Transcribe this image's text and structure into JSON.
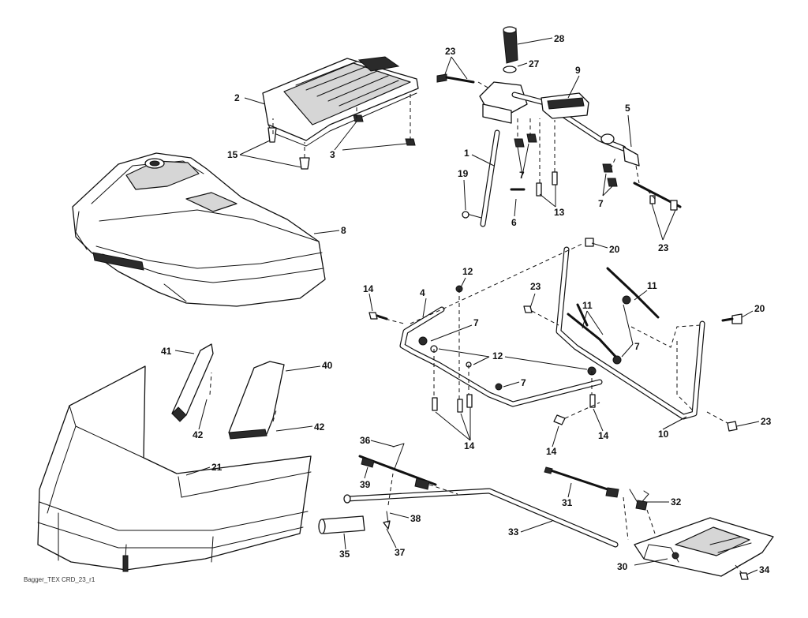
{
  "diagram": {
    "footer_code": "Bagger_TEX CRD_23_r1",
    "callouts": {
      "c28": "28",
      "c27": "27",
      "c23_top": "23",
      "c9": "9",
      "c2": "2",
      "c5": "5",
      "c3": "3",
      "c15": "15",
      "c1": "1",
      "c19": "19",
      "c7_a": "7",
      "c13": "13",
      "c7_b": "7",
      "c6": "6",
      "c23_right": "23",
      "c8": "8",
      "c20_top": "20",
      "c12_top": "12",
      "c14_left": "14",
      "c4": "4",
      "c23_mid": "23",
      "c11_a": "11",
      "c11_b": "11",
      "c20_right": "20",
      "c7_c": "7",
      "c7_d": "7",
      "c12_mid": "12",
      "c7_e": "7",
      "c41": "41",
      "c40": "40",
      "c14_bot": "14",
      "c14_mid": "14",
      "c14_right": "14",
      "c10": "10",
      "c23_bot": "23",
      "c42_a": "42",
      "c42_b": "42",
      "c21": "21",
      "c36": "36",
      "c39": "39",
      "c31": "31",
      "c32": "32",
      "c38": "38",
      "c33": "33",
      "c35": "35",
      "c37": "37",
      "c30": "30",
      "c34": "34"
    }
  }
}
